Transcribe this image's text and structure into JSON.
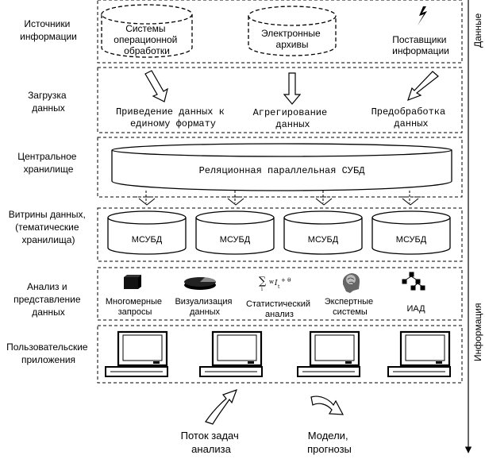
{
  "rows": [
    {
      "label": [
        "Источники",
        "информации"
      ]
    },
    {
      "label": [
        "Загрузка",
        "данных"
      ]
    },
    {
      "label": [
        "Центральное",
        "хранилище"
      ]
    },
    {
      "label": [
        "Витрины данных,",
        "(тематические",
        "хранилища)"
      ]
    },
    {
      "label": [
        "Анализ и",
        "представление",
        "данных"
      ]
    },
    {
      "label": [
        "Пользовательские",
        "приложения"
      ]
    }
  ],
  "sources": {
    "oltp": [
      "Системы",
      "операционной",
      "обработки"
    ],
    "archives": [
      "Электронные",
      "архивы"
    ],
    "providers": [
      "Поставщики",
      "информации"
    ]
  },
  "loading": {
    "bringing": [
      "Приведение данных к",
      "единому формату"
    ],
    "aggregation": [
      "Агрегирование",
      "данных"
    ],
    "preprocessing": [
      "Предобработка",
      "данных"
    ]
  },
  "warehouse": {
    "label": "Реляционная параллельная СУБД"
  },
  "datamarts": {
    "label": "МСУБД"
  },
  "analysis": {
    "olap": [
      "Многомерные",
      "запросы"
    ],
    "visualization": [
      "Визуализация",
      "данных"
    ],
    "statistics": [
      "Статистический",
      "анализ"
    ],
    "expert": [
      "Экспертные",
      "системы"
    ],
    "iad": [
      "ИАД"
    ],
    "formula": "Σ w I t + θ"
  },
  "flows": {
    "data": "Данные",
    "information": "Информация",
    "tasks": [
      "Поток задач",
      "анализа"
    ],
    "models": [
      "Модели,",
      "прогнозы"
    ]
  }
}
